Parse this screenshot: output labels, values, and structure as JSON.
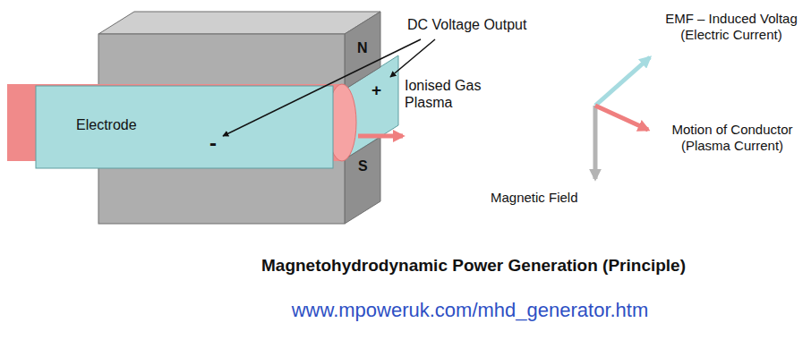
{
  "diagram": {
    "title": "Magnetohydrodynamic Power Generation (Principle)",
    "caption": "www.mpoweruk.com/mhd_generator.htm",
    "nodes": [
      {
        "text": [
          "Electrode",
          "-"
        ]
      }
    ],
    "labels": [
      "DC Voltage Output",
      "N",
      "+",
      "S",
      "Ionised Gas Plasma",
      "EMF – Induced Voltag (Electric Current)",
      "Motion of Conductor (Plasma Current)",
      "Magnetic Field"
    ]
  }
}
